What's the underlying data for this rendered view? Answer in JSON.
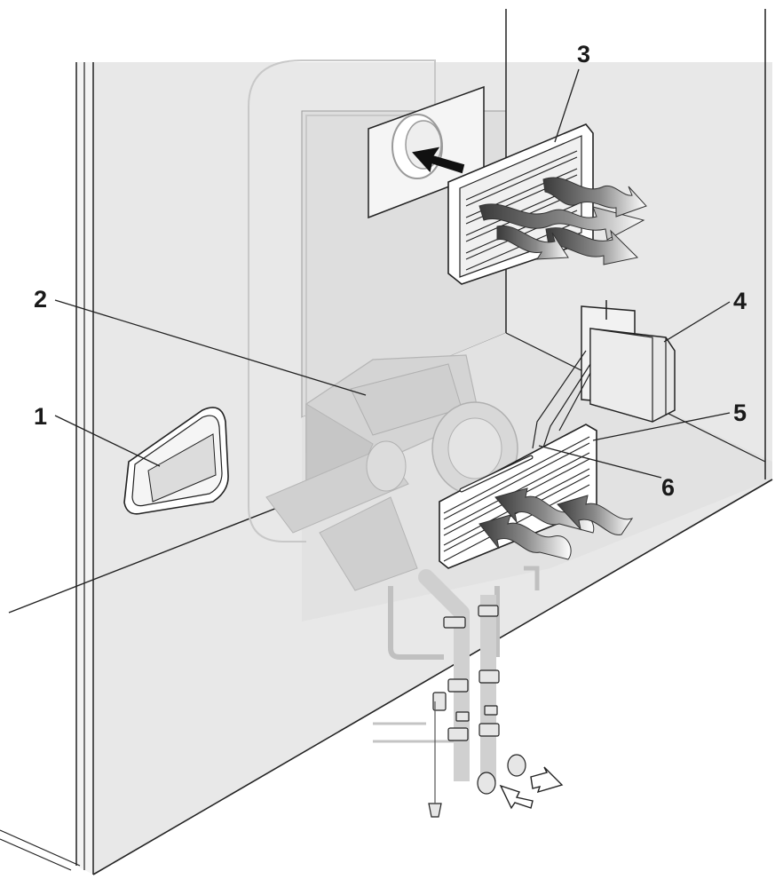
{
  "diagram": {
    "callouts": [
      {
        "id": "1",
        "label": "1"
      },
      {
        "id": "2",
        "label": "2"
      },
      {
        "id": "3",
        "label": "3"
      },
      {
        "id": "4",
        "label": "4"
      },
      {
        "id": "5",
        "label": "5"
      },
      {
        "id": "6",
        "label": "6"
      }
    ]
  },
  "colors": {
    "wall_fill": "#e8e8e8",
    "wall_line": "#222222",
    "ghost_line": "#bdbdbd",
    "unit_fill": "#d4d4d4",
    "grille_fill": "#ffffff",
    "arrow_dark": "#3a3a3a",
    "arrow_light": "#9a9a9a",
    "label_text": "#1a1a1a"
  }
}
